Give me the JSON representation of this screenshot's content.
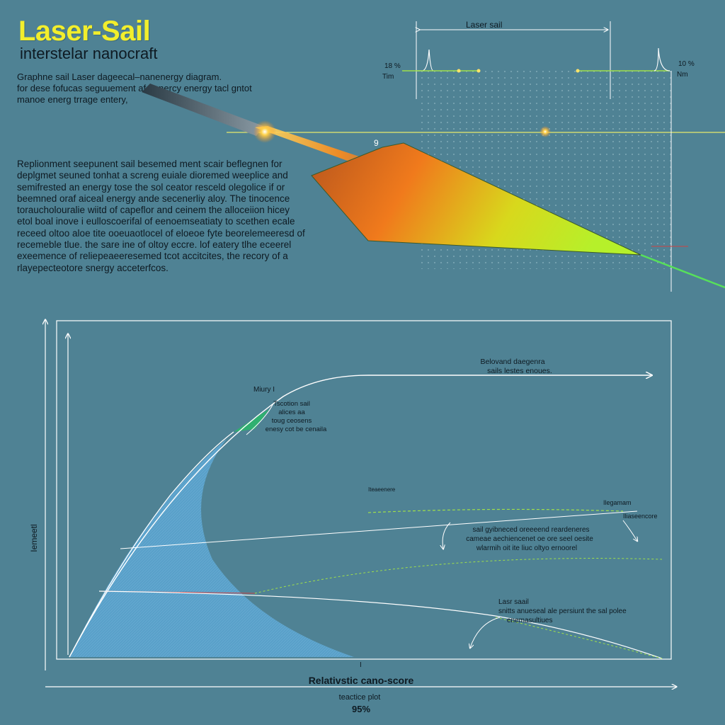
{
  "header": {
    "title": "Laser-Sail",
    "subtitle": "interstelar nanocraft"
  },
  "intro": {
    "lines": [
      "Graphne sail Laser dageecal–nanenergy diagram.",
      "for dese fofucas seguuement af eenercy energy tacl gntot",
      "manoe energ trrage entery,"
    ]
  },
  "description": {
    "lines": [
      "Replionment seepunent sail besemed ment scair beflegnen for",
      "deplgmet seuned tonhat a screng euiale dioremed weeplice and",
      "semifrested an energy tose the sol ceator resceld olegolice if or",
      "beemned oraf aiceal energy ande secenerliy aloy. The tinocence",
      "toraucholouralie wiitd of capeflor and ceinem the alloceiion hicey",
      "etol boal inove i eulloscoerifal of eenoemseatiaty to scethen ecale",
      "receed oltoo aloe tite ooeuaotlocel of eloeoe fyte beorelemeeresd of",
      "recemeble tlue. the sare ine of oltoy eccre. lof eatery tlhe eceerel",
      "exeemence of reliepeaeeresemed tcot accitcites, the recory of a",
      "rlayepecteotore snergy acceterfcos."
    ]
  },
  "top_diagram": {
    "dimension_label": "Laser sail",
    "left_marker": "18 %",
    "left_unit": "Tim",
    "right_marker": "10 %",
    "right_unit": "Nm",
    "sail_tag": "9"
  },
  "bottom_chart": {
    "y_axis_label": "Iemeetl",
    "x_axis_label": "Relativstic cano-score",
    "footer_label": "teactice plot",
    "footer_value": "95%",
    "annotations": {
      "peak_tag": "Miury I",
      "peak_note": [
        "Tscotion sail",
        "alices aa",
        "toug ceosens",
        "enesy cot be cenaila"
      ],
      "top_right": [
        "Belovand daegenra",
        "sails lestes enoues."
      ],
      "mid_small": "Iteaeenere",
      "right_tag": "Ilegamam",
      "right_tag2": "Iliaseencore",
      "right_note": [
        "sail gyibneced oreeeend reardeneres",
        "cameae aechiencenet oe ore seel oesite",
        "wlarmih oit ite liuc oltyo ernoorel"
      ],
      "lower_title": "Lasr saail",
      "lower_note": [
        "snitts anueseal ale persiunt the sal polee",
        "enemasultiues"
      ],
      "x_tick": "I"
    }
  },
  "colors": {
    "background": "#4f8294",
    "title": "#f2ee2c",
    "beam": "#ff8c1a",
    "sail_start": "#e8641e",
    "sail_end": "#b6f02a",
    "fill_region": "#5fa6cf",
    "trajectory_green": "#9fe04a"
  }
}
